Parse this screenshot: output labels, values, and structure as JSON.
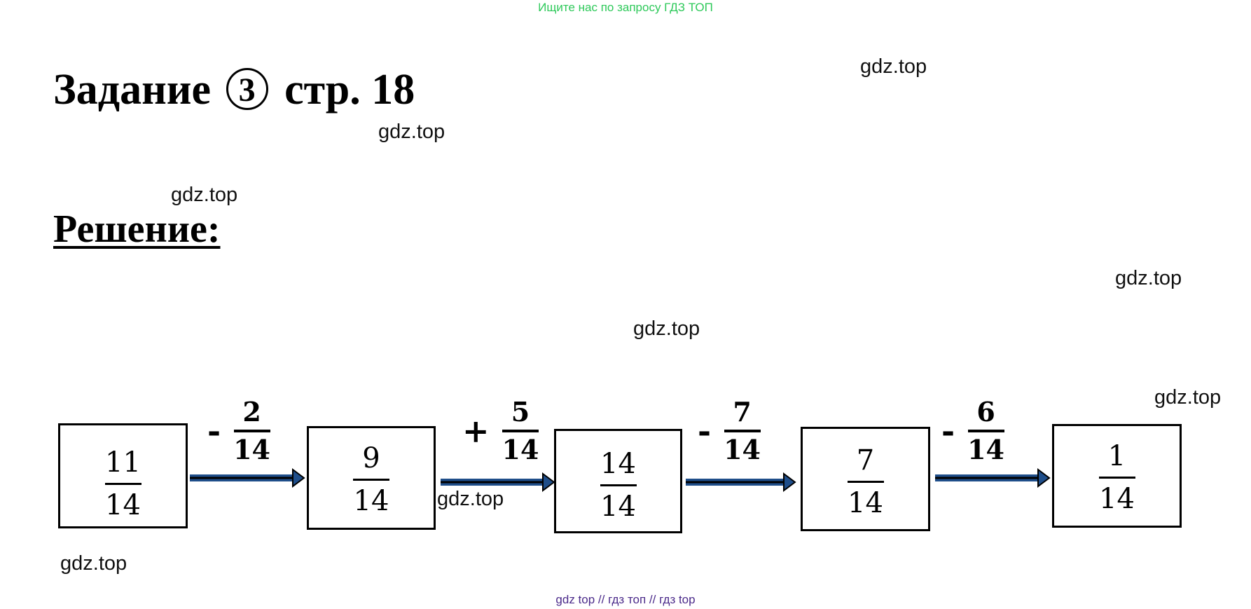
{
  "banner": "Ищите нас по запросу ГДЗ ТОП",
  "title": {
    "before": "Задание",
    "number": "3",
    "after": "стр. 18"
  },
  "solution_label": "Решение:",
  "watermark": "gdz.top",
  "boxes": [
    {
      "num": "11",
      "den": "14"
    },
    {
      "num": "9",
      "den": "14"
    },
    {
      "num": "14",
      "den": "14"
    },
    {
      "num": "7",
      "den": "14"
    },
    {
      "num": "1",
      "den": "14"
    }
  ],
  "operations": [
    {
      "sign": "-",
      "num": "2",
      "den": "14"
    },
    {
      "sign": "+",
      "num": "5",
      "den": "14"
    },
    {
      "sign": "-",
      "num": "7",
      "den": "14"
    },
    {
      "sign": "-",
      "num": "6",
      "den": "14"
    }
  ],
  "arrow_color": "#1f4e8a",
  "footer": "gdz top  //  гдз топ  //  гдз top"
}
